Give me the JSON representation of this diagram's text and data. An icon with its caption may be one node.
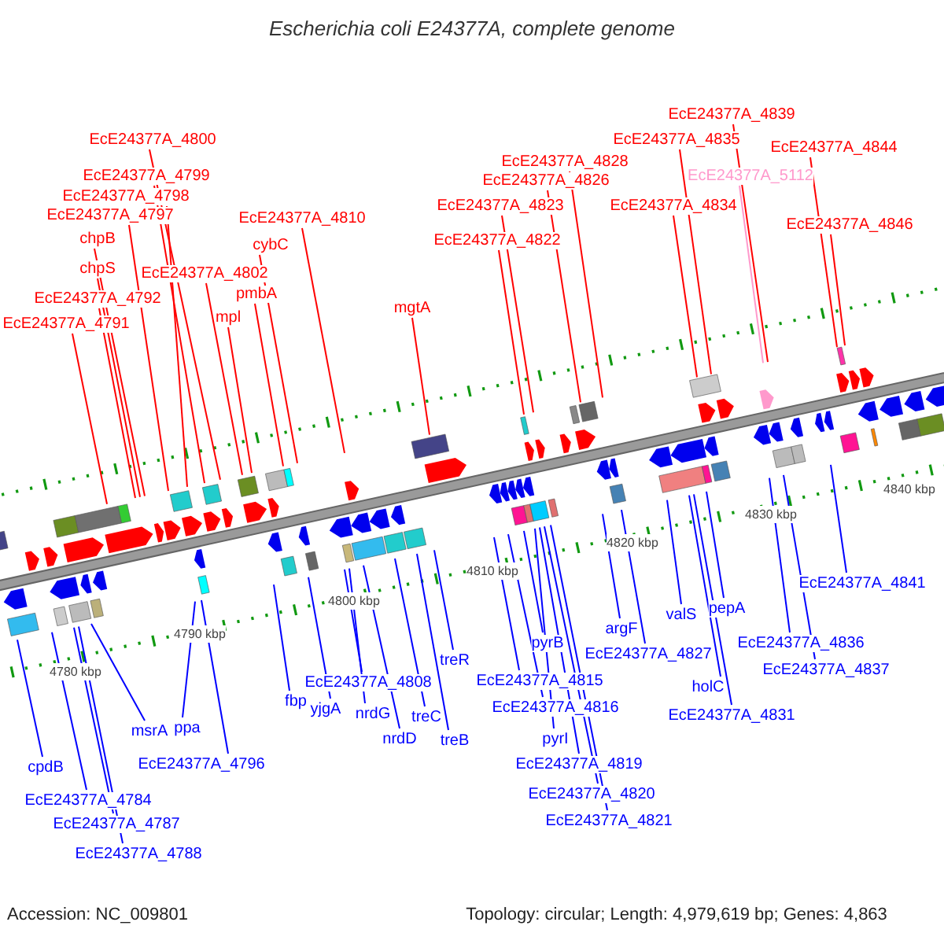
{
  "diagram": {
    "title": "Escherichia coli E24377A, complete genome",
    "nodes": [
      {
        "text": [
          "EcE24377A_4800"
        ]
      },
      {
        "text": [
          "EcE24377A_4799"
        ]
      },
      {
        "text": [
          "EcE24377A_4798"
        ]
      },
      {
        "text": [
          "EcE24377A_4797"
        ]
      },
      {
        "text": [
          "chpB"
        ]
      },
      {
        "text": [
          "chpS"
        ]
      },
      {
        "text": [
          "EcE24377A_4802"
        ]
      },
      {
        "text": [
          "EcE24377A_4792"
        ]
      },
      {
        "text": [
          "mpl"
        ]
      },
      {
        "text": [
          "pmbA"
        ]
      },
      {
        "text": [
          "cybC"
        ]
      },
      {
        "text": [
          "EcE24377A_4810"
        ]
      },
      {
        "text": [
          "EcE24377A_4791"
        ]
      },
      {
        "text": [
          "mgtA"
        ]
      },
      {
        "text": [
          "EcE24377A_4828"
        ]
      },
      {
        "text": [
          "EcE24377A_4826"
        ]
      },
      {
        "text": [
          "EcE24377A_4823"
        ]
      },
      {
        "text": [
          "EcE24377A_4822"
        ]
      },
      {
        "text": [
          "EcE24377A_4839"
        ]
      },
      {
        "text": [
          "EcE24377A_4835"
        ]
      },
      {
        "text": [
          "EcE24377A_4844"
        ]
      },
      {
        "text": [
          "EcE24377A_5112"
        ]
      },
      {
        "text": [
          "EcE24377A_4834"
        ]
      },
      {
        "text": [
          "EcE24377A_4846"
        ]
      },
      {
        "text": [
          "treR"
        ]
      },
      {
        "text": [
          "pepA"
        ]
      },
      {
        "text": [
          "valS"
        ]
      },
      {
        "text": [
          "argF"
        ]
      },
      {
        "text": [
          "pyrB"
        ]
      },
      {
        "text": [
          "EcE24377A_4841"
        ]
      },
      {
        "text": [
          "EcE24377A_4836"
        ]
      },
      {
        "text": [
          "EcE24377A_4827"
        ]
      },
      {
        "text": [
          "EcE24377A_4837"
        ]
      },
      {
        "text": [
          "EcE24377A_4808"
        ]
      },
      {
        "text": [
          "EcE24377A_4815"
        ]
      },
      {
        "text": [
          "holC"
        ]
      },
      {
        "text": [
          "fbp"
        ]
      },
      {
        "text": [
          "yjgA"
        ]
      },
      {
        "text": [
          "nrdG"
        ]
      },
      {
        "text": [
          "treC"
        ]
      },
      {
        "text": [
          "EcE24377A_4816"
        ]
      },
      {
        "text": [
          "EcE24377A_4831"
        ]
      },
      {
        "text": [
          "msrA"
        ]
      },
      {
        "text": [
          "ppa"
        ]
      },
      {
        "text": [
          "nrdD"
        ]
      },
      {
        "text": [
          "treB"
        ]
      },
      {
        "text": [
          "pyrI"
        ]
      },
      {
        "text": [
          "EcE24377A_4796"
        ]
      },
      {
        "text": [
          "EcE24377A_4819"
        ]
      },
      {
        "text": [
          "cpdB"
        ]
      },
      {
        "text": [
          "EcE24377A_4820"
        ]
      },
      {
        "text": [
          "EcE24377A_4784"
        ]
      },
      {
        "text": [
          "EcE24377A_4821"
        ]
      },
      {
        "text": [
          "EcE24377A_4787"
        ]
      },
      {
        "text": [
          "EcE24377A_4788"
        ]
      }
    ],
    "edges": [
      {
        "from": 0,
        "to": null,
        "arrow": "none",
        "color": "#ff0000"
      },
      {
        "from": 1,
        "to": null,
        "arrow": "none",
        "color": "#ff0000"
      },
      {
        "from": 2,
        "to": null,
        "arrow": "none",
        "color": "#ff0000"
      },
      {
        "from": 3,
        "to": null,
        "arrow": "none",
        "color": "#ff0000"
      },
      {
        "from": 4,
        "to": null,
        "arrow": "none",
        "color": "#ff0000"
      },
      {
        "from": 5,
        "to": null,
        "arrow": "none",
        "color": "#ff0000"
      },
      {
        "from": 6,
        "to": null,
        "arrow": "none",
        "color": "#ff0000"
      },
      {
        "from": 7,
        "to": null,
        "arrow": "none",
        "color": "#ff0000"
      },
      {
        "from": 8,
        "to": null,
        "arrow": "none",
        "color": "#ff0000"
      },
      {
        "from": 9,
        "to": null,
        "arrow": "none",
        "color": "#ff0000"
      },
      {
        "from": 10,
        "to": null,
        "arrow": "none",
        "color": "#ff0000"
      },
      {
        "from": 11,
        "to": null,
        "arrow": "none",
        "color": "#ff0000"
      },
      {
        "from": 12,
        "to": null,
        "arrow": "none",
        "color": "#ff0000"
      },
      {
        "from": 13,
        "to": null,
        "arrow": "none",
        "color": "#ff0000"
      },
      {
        "from": 14,
        "to": null,
        "arrow": "none",
        "color": "#ff0000"
      },
      {
        "from": 15,
        "to": null,
        "arrow": "none",
        "color": "#ff0000"
      },
      {
        "from": 16,
        "to": null,
        "arrow": "none",
        "color": "#ff0000"
      },
      {
        "from": 17,
        "to": null,
        "arrow": "none",
        "color": "#ff0000"
      },
      {
        "from": 18,
        "to": null,
        "arrow": "none",
        "color": "#ff0000"
      },
      {
        "from": 19,
        "to": null,
        "arrow": "none",
        "color": "#ff0000"
      },
      {
        "from": 20,
        "to": null,
        "arrow": "none",
        "color": "#ff0000"
      },
      {
        "from": 21,
        "to": null,
        "arrow": "none",
        "color": "#ff99cc"
      },
      {
        "from": 22,
        "to": null,
        "arrow": "none",
        "color": "#ff0000"
      },
      {
        "from": 23,
        "to": null,
        "arrow": "none",
        "color": "#ff0000"
      },
      {
        "from": 24,
        "to": null,
        "arrow": "none"
      },
      {
        "from": 25,
        "to": null,
        "arrow": "none"
      },
      {
        "from": 26,
        "to": null,
        "arrow": "none"
      },
      {
        "from": 27,
        "to": null,
        "arrow": "none"
      },
      {
        "from": 28,
        "to": null,
        "arrow": "none"
      },
      {
        "from": 29,
        "to": null,
        "arrow": "none"
      },
      {
        "from": 30,
        "to": null,
        "arrow": "none"
      },
      {
        "from": 31,
        "to": null,
        "arrow": "none"
      },
      {
        "from": 32,
        "to": null,
        "arrow": "none"
      },
      {
        "from": 33,
        "to": null,
        "arrow": "none"
      },
      {
        "from": 34,
        "to": null,
        "arrow": "none"
      },
      {
        "from": 35,
        "to": null,
        "arrow": "none"
      },
      {
        "from": 36,
        "to": null,
        "arrow": "none"
      },
      {
        "from": 37,
        "to": null,
        "arrow": "none"
      },
      {
        "from": 38,
        "to": null,
        "arrow": "none"
      },
      {
        "from": 39,
        "to": null,
        "arrow": "none"
      },
      {
        "from": 40,
        "to": null,
        "arrow": "none"
      },
      {
        "from": 41,
        "to": null,
        "arrow": "none"
      },
      {
        "from": 42,
        "to": null,
        "arrow": "none"
      },
      {
        "from": 43,
        "to": null,
        "arrow": "none"
      },
      {
        "from": 44,
        "to": null,
        "arrow": "none"
      },
      {
        "from": 45,
        "to": null,
        "arrow": "none"
      },
      {
        "from": 46,
        "to": null,
        "arrow": "none"
      },
      {
        "from": 47,
        "to": null,
        "arrow": "none"
      },
      {
        "from": 48,
        "to": null,
        "arrow": "none"
      },
      {
        "from": 49,
        "to": null,
        "arrow": "none"
      },
      {
        "from": 50,
        "to": null,
        "arrow": "none"
      },
      {
        "from": 51,
        "to": null,
        "arrow": "none"
      },
      {
        "from": 52,
        "to": null,
        "arrow": "none"
      },
      {
        "from": 53,
        "to": null,
        "arrow": "none"
      },
      {
        "from": 54,
        "to": null,
        "arrow": "none"
      }
    ],
    "labels": [
      "4840 kbp",
      "4830 kbp",
      "4820 kbp",
      "4810 kbp",
      "4800 kbp",
      "4790 kbp",
      "4780 kbp",
      "Accession: NC_009801",
      "Topology: circular; Length: 4,979,619 bp; Genes: 4,863"
    ]
  }
}
